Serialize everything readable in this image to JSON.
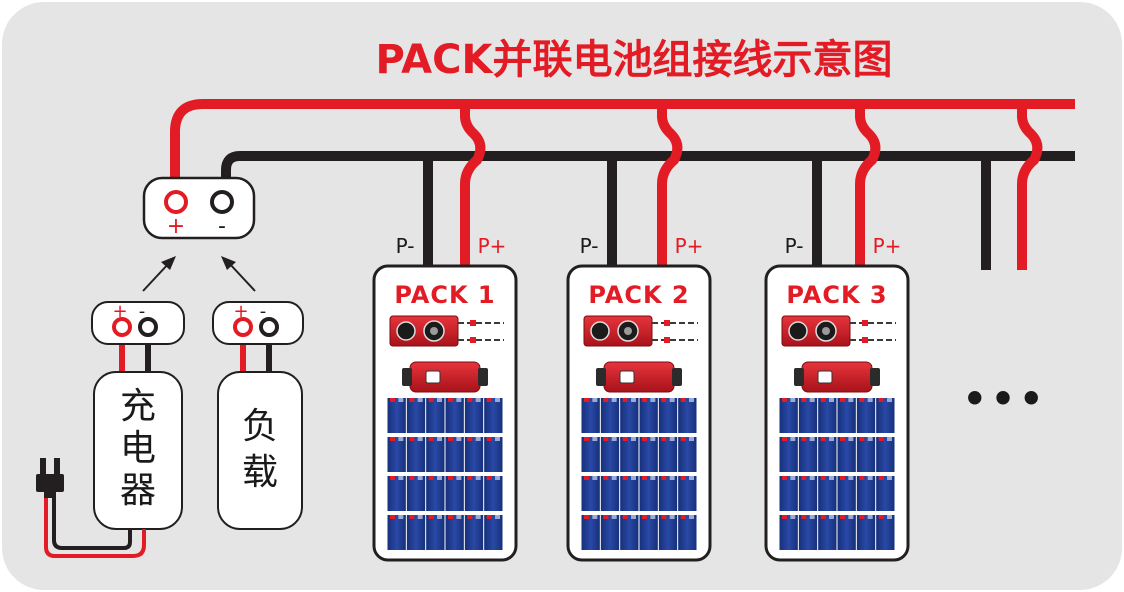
{
  "title": "PACK并联电池组接线示意图",
  "colors": {
    "background": "#e5e5e5",
    "positive_wire": "#e21b24",
    "negative_wire": "#231f20",
    "battery_cell": "#1f3a8f"
  },
  "terminal_block": {
    "pos_sign": "+",
    "neg_sign": "-"
  },
  "devices": [
    {
      "name": "充电器",
      "chars": [
        "充",
        "电",
        "器"
      ],
      "pos_sign": "+",
      "neg_sign": "-",
      "has_plug": true
    },
    {
      "name": "负载",
      "chars": [
        "负",
        "载"
      ],
      "pos_sign": "+",
      "neg_sign": "-",
      "has_plug": false
    }
  ],
  "packs": [
    {
      "label": "PACK 1",
      "p_minus": "P-",
      "p_plus": "P+",
      "cell_rows": 4
    },
    {
      "label": "PACK 2",
      "p_minus": "P-",
      "p_plus": "P+",
      "cell_rows": 4
    },
    {
      "label": "PACK 3",
      "p_minus": "P-",
      "p_plus": "P+",
      "cell_rows": 4
    }
  ],
  "continuation": "•••",
  "icons": [
    "bms-board-icon",
    "bms-module-icon",
    "battery-cell-icon",
    "power-plug-icon",
    "arrow-icon"
  ]
}
